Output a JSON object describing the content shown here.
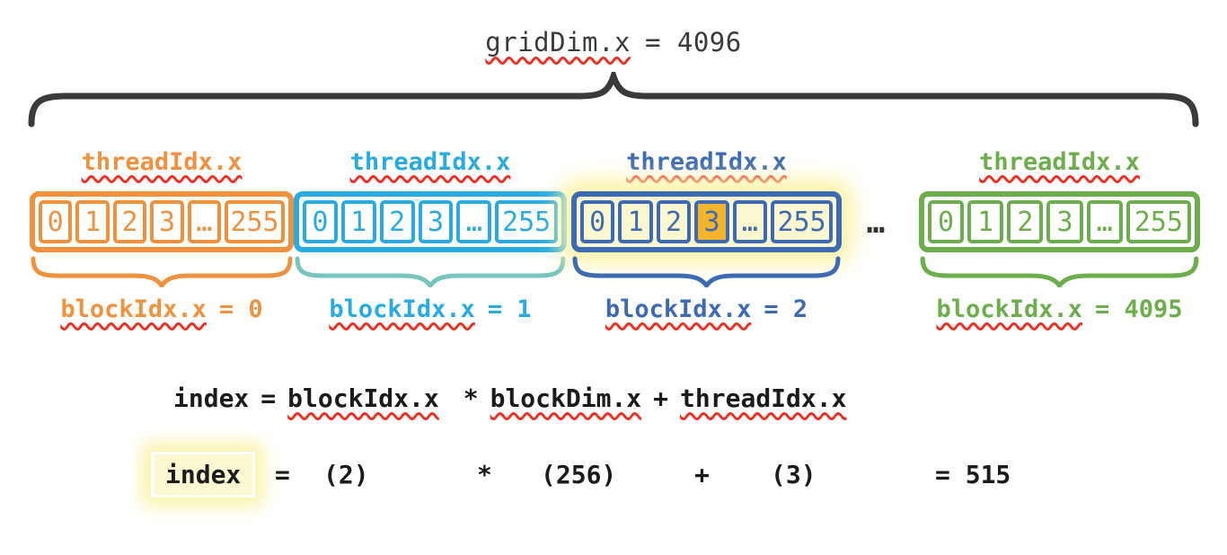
{
  "title": {
    "term": "gridDim.x",
    "rest": "= 4096"
  },
  "grid": {
    "ellipsis": "…"
  },
  "blocks": [
    {
      "thread_label": "threadIdx.x",
      "cells": [
        "0",
        "1",
        "2",
        "3",
        "…",
        "255"
      ],
      "block_label": "blockIdx.x",
      "block_value": "= 0",
      "color": "#F0913E",
      "highlighted": false
    },
    {
      "thread_label": "threadIdx.x",
      "cells": [
        "0",
        "1",
        "2",
        "3",
        "…",
        "255"
      ],
      "block_label": "blockIdx.x",
      "block_value": "= 1",
      "color": "#29ABE2",
      "brace_color": "#77C6BD",
      "highlighted": false
    },
    {
      "thread_label": "threadIdx.x",
      "cells": [
        "0",
        "1",
        "2",
        "3",
        "…",
        "255"
      ],
      "block_label": "blockIdx.x",
      "block_value": "= 2",
      "color": "#3D6BB3",
      "highlighted": true,
      "highlight_cell": "3",
      "highlight_fill": "#F6B42C",
      "glow_fill": "#FBF7CE"
    },
    {
      "thread_label": "threadIdx.x",
      "cells": [
        "0",
        "1",
        "2",
        "3",
        "…",
        "255"
      ],
      "block_label": "blockIdx.x",
      "block_value": "= 4095",
      "color": "#6CAE4C",
      "highlighted": false
    }
  ],
  "formula": {
    "lhs": "index",
    "eq": "=",
    "term1": "blockIdx.x",
    "op1": "*",
    "term2": "blockDim.x",
    "op2": "+",
    "term3": "threadIdx.x"
  },
  "calculation": {
    "lhs": "index",
    "eq": "=",
    "value1": "(2)",
    "op1": "*",
    "value2": "(256)",
    "op2": "+",
    "value3": "(3)",
    "result": "= 515"
  },
  "colors": {
    "brace": "#3A3A3A",
    "squiggle": "#EE3124",
    "formula_text": "#1B1B1B",
    "title_text": "#3A3A3A",
    "background": "#FFFFFF"
  }
}
